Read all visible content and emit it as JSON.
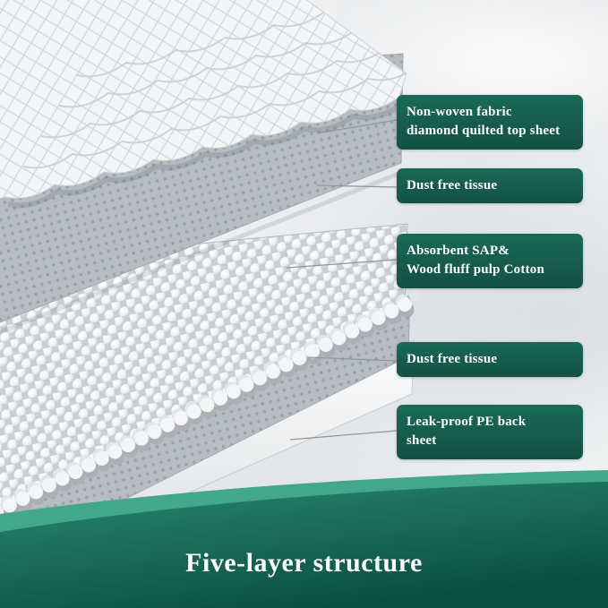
{
  "banner": {
    "title": "Five-layer structure"
  },
  "callouts": [
    {
      "text": "Non-woven fabric\ndiamond quilted top sheet"
    },
    {
      "text": "Dust free tissue"
    },
    {
      "text": "Absorbent SAP&\nWood fluff pulp Cotton"
    },
    {
      "text": "Dust free tissue"
    },
    {
      "text": "Leak-proof PE back\nsheet"
    }
  ],
  "diagram": {
    "layers": [
      {
        "id": "non-woven-quilted-top-sheet"
      },
      {
        "id": "dust-free-tissue-upper"
      },
      {
        "id": "absorbent-core"
      },
      {
        "id": "dust-free-tissue-lower"
      },
      {
        "id": "leak-proof-pe-back-sheet"
      }
    ]
  },
  "colors": {
    "callout_bg": "#156351",
    "banner_top": "#2a8a71",
    "banner_bottom": "#0a4f42",
    "banner_rim": "#43a78c",
    "text": "#ffffff"
  }
}
